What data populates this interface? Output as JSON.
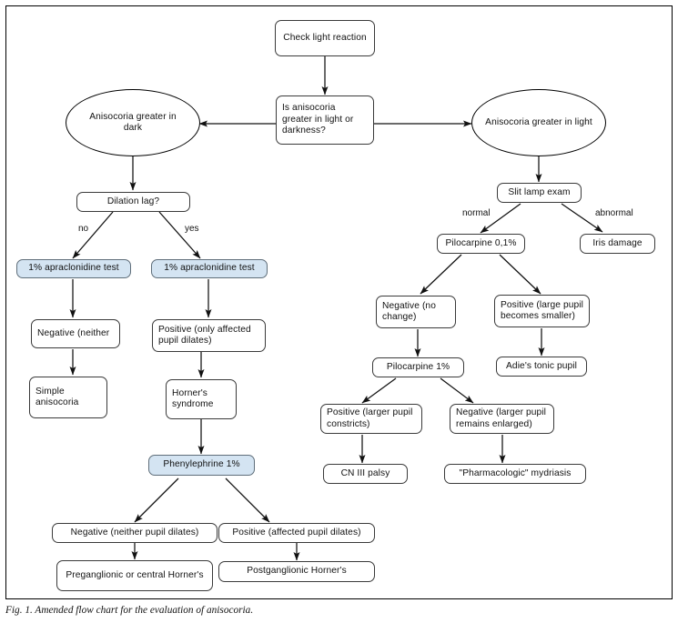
{
  "figure": {
    "caption": "Fig. 1. Amended flow chart for the evaluation of anisocoria.",
    "frame_border_color": "#000000",
    "highlight_fill_color": "#d4e4f2",
    "node_border_color": "#3a3a3a",
    "text_color": "#111111",
    "background_color": "#ffffff"
  },
  "chart_data": {
    "type": "diagram",
    "title": "Amended flow chart for the evaluation of anisocoria",
    "nodes": [
      {
        "id": "check-light-reaction",
        "label": "Check light reaction",
        "shape": "rounded-box",
        "fill": "#ffffff"
      },
      {
        "id": "is-anisocoria-greater",
        "label": "Is anisocoria greater in light or darkness?",
        "shape": "rounded-box",
        "fill": "#ffffff"
      },
      {
        "id": "anisocoria-greater-dark",
        "label": "Anisocoria greater in dark",
        "shape": "ellipse",
        "fill": "#ffffff"
      },
      {
        "id": "anisocoria-greater-light",
        "label": "Anisocoria greater in light",
        "shape": "ellipse",
        "fill": "#ffffff"
      },
      {
        "id": "dilation-lag",
        "label": "Dilation lag?",
        "shape": "rounded-box",
        "fill": "#ffffff"
      },
      {
        "id": "apraclonidine-left",
        "label": "1% apraclonidine test",
        "shape": "rounded-box",
        "fill": "#d4e4f2"
      },
      {
        "id": "apraclonidine-right",
        "label": "1% apraclonidine test",
        "shape": "rounded-box",
        "fill": "#d4e4f2"
      },
      {
        "id": "negative-neither",
        "label": "Negative (neither",
        "shape": "rounded-box",
        "fill": "#ffffff"
      },
      {
        "id": "simple-anisocoria",
        "label": "Simple anisocoria",
        "shape": "rounded-box",
        "fill": "#ffffff"
      },
      {
        "id": "positive-only-affected",
        "label": "Positive (only affected pupil dilates)",
        "shape": "rounded-box",
        "fill": "#ffffff"
      },
      {
        "id": "horners-syndrome",
        "label": "Horner's syndrome",
        "shape": "rounded-box",
        "fill": "#ffffff"
      },
      {
        "id": "phenylephrine",
        "label": "Phenylephrine 1%",
        "shape": "rounded-box",
        "fill": "#d4e4f2"
      },
      {
        "id": "negative-neither-pupil-dilates",
        "label": "Negative (neither pupil dilates)",
        "shape": "rounded-box",
        "fill": "#ffffff"
      },
      {
        "id": "positive-affected-pupil-dilates",
        "label": "Positive (affected pupil  dilates)",
        "shape": "rounded-box",
        "fill": "#ffffff"
      },
      {
        "id": "preganglionic-central-horners",
        "label": "Preganglionic or central Horner's",
        "shape": "rounded-box",
        "fill": "#ffffff"
      },
      {
        "id": "postganglionic-horners",
        "label": "Postganglionic Horner's",
        "shape": "rounded-box",
        "fill": "#ffffff"
      },
      {
        "id": "slit-lamp-exam",
        "label": "Slit lamp exam",
        "shape": "rounded-box",
        "fill": "#ffffff"
      },
      {
        "id": "pilocarpine-01",
        "label": "Pilocarpine 0,1%",
        "shape": "rounded-box",
        "fill": "#ffffff"
      },
      {
        "id": "iris-damage",
        "label": "Iris damage",
        "shape": "rounded-box",
        "fill": "#ffffff"
      },
      {
        "id": "negative-no-change",
        "label": "Negative (no change)",
        "shape": "rounded-box",
        "fill": "#ffffff"
      },
      {
        "id": "positive-large-pupil-smaller",
        "label": "Positive (large pupil becomes smaller)",
        "shape": "rounded-box",
        "fill": "#ffffff"
      },
      {
        "id": "pilocarpine-1",
        "label": "Pilocarpine 1%",
        "shape": "rounded-box",
        "fill": "#ffffff"
      },
      {
        "id": "adies-tonic-pupil",
        "label": "Adie's tonic pupil",
        "shape": "rounded-box",
        "fill": "#ffffff"
      },
      {
        "id": "positive-larger-pupil-constricts",
        "label": "Positive (larger pupil constricts)",
        "shape": "rounded-box",
        "fill": "#ffffff"
      },
      {
        "id": "negative-larger-pupil-enlarged",
        "label": "Negative (larger pupil remains enlarged)",
        "shape": "rounded-box",
        "fill": "#ffffff"
      },
      {
        "id": "cn-iii-palsy",
        "label": "CN III palsy",
        "shape": "rounded-box",
        "fill": "#ffffff"
      },
      {
        "id": "pharmacologic-mydriasis",
        "label": "\"Pharmacologic\" mydriasis",
        "shape": "rounded-box",
        "fill": "#ffffff"
      }
    ],
    "edges": [
      {
        "from": "check-light-reaction",
        "to": "is-anisocoria-greater",
        "label": ""
      },
      {
        "from": "is-anisocoria-greater",
        "to": "anisocoria-greater-dark",
        "label": ""
      },
      {
        "from": "is-anisocoria-greater",
        "to": "anisocoria-greater-light",
        "label": ""
      },
      {
        "from": "anisocoria-greater-dark",
        "to": "dilation-lag",
        "label": ""
      },
      {
        "from": "dilation-lag",
        "to": "apraclonidine-left",
        "label": "no"
      },
      {
        "from": "dilation-lag",
        "to": "apraclonidine-right",
        "label": "yes"
      },
      {
        "from": "apraclonidine-left",
        "to": "negative-neither",
        "label": ""
      },
      {
        "from": "negative-neither",
        "to": "simple-anisocoria",
        "label": ""
      },
      {
        "from": "apraclonidine-right",
        "to": "positive-only-affected",
        "label": ""
      },
      {
        "from": "positive-only-affected",
        "to": "horners-syndrome",
        "label": ""
      },
      {
        "from": "horners-syndrome",
        "to": "phenylephrine",
        "label": ""
      },
      {
        "from": "phenylephrine",
        "to": "negative-neither-pupil-dilates",
        "label": ""
      },
      {
        "from": "phenylephrine",
        "to": "positive-affected-pupil-dilates",
        "label": ""
      },
      {
        "from": "negative-neither-pupil-dilates",
        "to": "preganglionic-central-horners",
        "label": ""
      },
      {
        "from": "positive-affected-pupil-dilates",
        "to": "postganglionic-horners",
        "label": ""
      },
      {
        "from": "anisocoria-greater-light",
        "to": "slit-lamp-exam",
        "label": ""
      },
      {
        "from": "slit-lamp-exam",
        "to": "pilocarpine-01",
        "label": "normal"
      },
      {
        "from": "slit-lamp-exam",
        "to": "iris-damage",
        "label": "abnormal"
      },
      {
        "from": "pilocarpine-01",
        "to": "negative-no-change",
        "label": ""
      },
      {
        "from": "pilocarpine-01",
        "to": "positive-large-pupil-smaller",
        "label": ""
      },
      {
        "from": "negative-no-change",
        "to": "pilocarpine-1",
        "label": ""
      },
      {
        "from": "positive-large-pupil-smaller",
        "to": "adies-tonic-pupil",
        "label": ""
      },
      {
        "from": "pilocarpine-1",
        "to": "positive-larger-pupil-constricts",
        "label": ""
      },
      {
        "from": "pilocarpine-1",
        "to": "negative-larger-pupil-enlarged",
        "label": ""
      },
      {
        "from": "positive-larger-pupil-constricts",
        "to": "cn-iii-palsy",
        "label": ""
      },
      {
        "from": "negative-larger-pupil-enlarged",
        "to": "pharmacologic-mydriasis",
        "label": ""
      }
    ],
    "edge_labels": [
      "no",
      "yes",
      "normal",
      "abnormal"
    ]
  },
  "nodes": {
    "check_light_reaction": "Check light reaction",
    "is_anisocoria_greater": "Is anisocoria greater in light or darkness?",
    "anisocoria_greater_dark": "Anisocoria greater in dark",
    "anisocoria_greater_light": "Anisocoria greater in light",
    "dilation_lag": "Dilation lag?",
    "apraclonidine_left": "1% apraclonidine test",
    "apraclonidine_right": "1% apraclonidine test",
    "negative_neither": "Negative (neither",
    "simple_anisocoria": "Simple anisocoria",
    "positive_only_affected": "Positive (only affected pupil dilates)",
    "horners_syndrome": "Horner's syndrome",
    "phenylephrine": "Phenylephrine 1%",
    "negative_neither_pupil_dilates": "Negative (neither pupil dilates)",
    "positive_affected_pupil_dilates": "Positive (affected pupil  dilates)",
    "preganglionic_central_horners": "Preganglionic or central Horner's",
    "postganglionic_horners": "Postganglionic Horner's",
    "slit_lamp_exam": "Slit lamp exam",
    "pilocarpine_01": "Pilocarpine 0,1%",
    "iris_damage": "Iris damage",
    "negative_no_change": "Negative (no change)",
    "positive_large_pupil_smaller": "Positive (large pupil becomes smaller)",
    "pilocarpine_1": "Pilocarpine 1%",
    "adies_tonic_pupil": "Adie's tonic pupil",
    "positive_larger_pupil_constricts": "Positive (larger pupil constricts)",
    "negative_larger_pupil_enlarged": "Negative (larger pupil remains enlarged)",
    "cn_iii_palsy": "CN III palsy",
    "pharmacologic_mydriasis": "\"Pharmacologic\" mydriasis"
  },
  "labels": {
    "no": "no",
    "yes": "yes",
    "normal": "normal",
    "abnormal": "abnormal"
  }
}
